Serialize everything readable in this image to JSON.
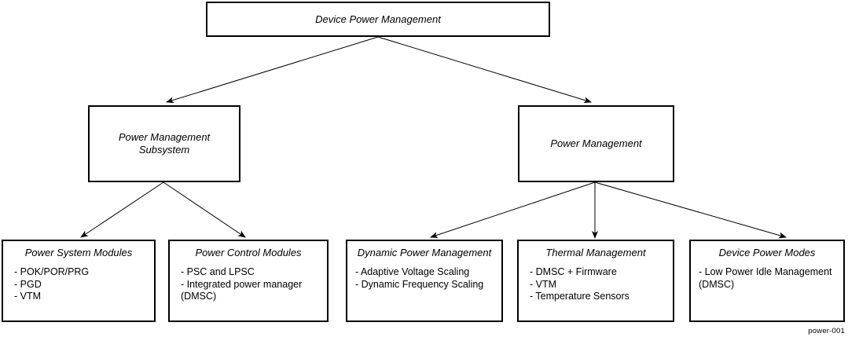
{
  "diagram": {
    "caption": "power-001",
    "colors": {
      "stroke": "#000000",
      "background": "#ffffff",
      "text": "#000000"
    },
    "nodes": [
      {
        "id": "device-power-management",
        "title": "Device Power Management",
        "items": []
      },
      {
        "id": "power-management-subsystem",
        "title": "Power Management\nSubsystem",
        "items": []
      },
      {
        "id": "power-management",
        "title": "Power Management",
        "items": []
      },
      {
        "id": "power-system-modules",
        "title": "Power System Modules",
        "items": [
          "- POK/POR/PRG",
          "- PGD",
          "- VTM"
        ]
      },
      {
        "id": "power-control-modules",
        "title": "Power Control Modules",
        "items": [
          "- PSC and LPSC",
          "- Integrated power manager\n  (DMSC)"
        ]
      },
      {
        "id": "dynamic-power-management",
        "title": "Dynamic Power Management",
        "items": [
          "- Adaptive Voltage Scaling",
          "- Dynamic Frequency Scaling"
        ]
      },
      {
        "id": "thermal-management",
        "title": "Thermal Management",
        "items": [
          "- DMSC + Firmware",
          "- VTM",
          "- Temperature Sensors"
        ]
      },
      {
        "id": "device-power-modes",
        "title": "Device Power Modes",
        "items": [
          "- Low Power Idle Management\n(DMSC)"
        ]
      }
    ],
    "edges": [
      {
        "from": "device-power-management",
        "to": "power-management-subsystem"
      },
      {
        "from": "device-power-management",
        "to": "power-management"
      },
      {
        "from": "power-management-subsystem",
        "to": "power-system-modules"
      },
      {
        "from": "power-management-subsystem",
        "to": "power-control-modules"
      },
      {
        "from": "power-management",
        "to": "dynamic-power-management"
      },
      {
        "from": "power-management",
        "to": "thermal-management"
      },
      {
        "from": "power-management",
        "to": "device-power-modes"
      }
    ]
  }
}
